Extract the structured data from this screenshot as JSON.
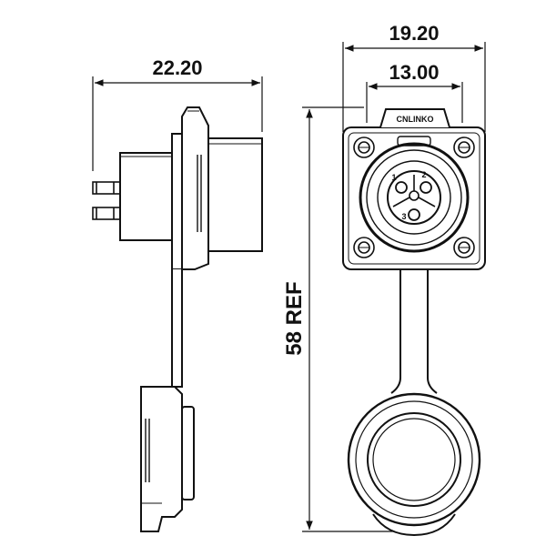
{
  "dimensions": {
    "side_width": "22.20",
    "outer_width": "19.20",
    "inner_width": "13.00",
    "overall_length": "58 REF"
  },
  "brand": {
    "logo_text": "CNLINKO"
  },
  "pins": {
    "pin1": "1",
    "pin2": "2",
    "pin3": "3"
  },
  "colors": {
    "line": "#111111",
    "background": "#ffffff"
  }
}
